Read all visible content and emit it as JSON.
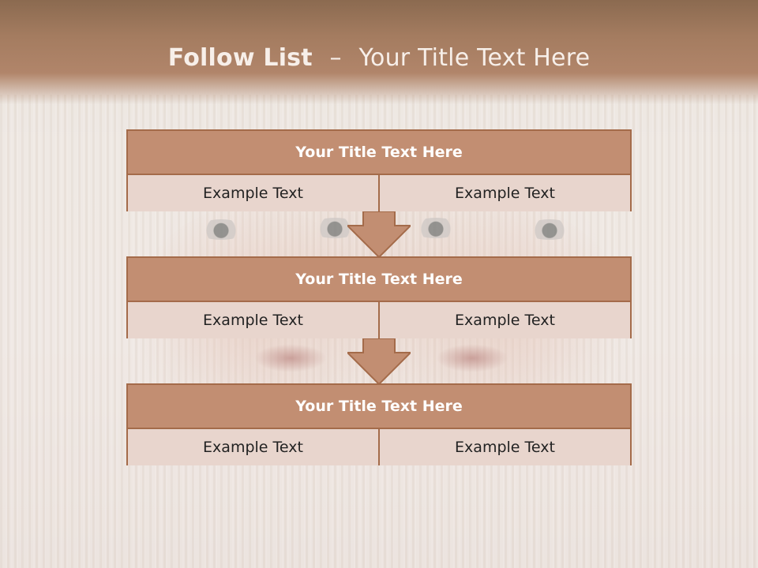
{
  "slide": {
    "title_bold": "Follow List",
    "title_sep": "–",
    "title_rest": "Your Title Text Here"
  },
  "blocks": [
    {
      "title": "Your Title Text Here",
      "left": "Example Text",
      "right": "Example Text"
    },
    {
      "title": "Your Title Text Here",
      "left": "Example Text",
      "right": "Example Text"
    },
    {
      "title": "Your Title Text Here",
      "left": "Example Text",
      "right": "Example Text"
    }
  ],
  "colors": {
    "header_brown": "#a47c60",
    "block_title_bg": "#c28e72",
    "block_border": "#a46b4a",
    "cell_bg": "#e8d5cd",
    "arrow_fill": "#c28e72"
  },
  "icons": [
    "down-arrow-connector"
  ]
}
